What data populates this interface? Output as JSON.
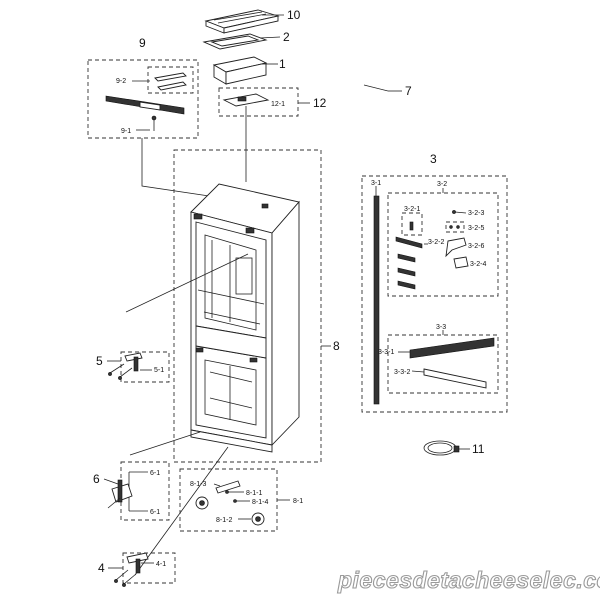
{
  "labels": {
    "l1": "1",
    "l2": "2",
    "l3": "3",
    "l4": "4",
    "l5": "5",
    "l6": "6",
    "l7": "7",
    "l8": "8",
    "l9": "9",
    "l10": "10",
    "l11": "11",
    "l12": "12",
    "l12_1": "12-1",
    "l9_1": "9-1",
    "l9_2": "9-2",
    "l3_1": "3-1",
    "l3_2": "3-2",
    "l3_2_1": "3-2-1",
    "l3_2_2": "3-2-2",
    "l3_2_3": "3-2-3",
    "l3_2_4": "3-2-4",
    "l3_2_5": "3-2-5",
    "l3_2_6": "3-2-6",
    "l3_3": "3-3",
    "l3_3_1": "3-3-1",
    "l3_3_2": "3-3-2",
    "l4_1": "4-1",
    "l5_1": "5-1",
    "l6_1a": "6-1",
    "l6_1b": "6-1",
    "l8_1": "8-1",
    "l8_1_1": "8-1-1",
    "l8_1_2": "8-1-2",
    "l8_1_3": "8-1-3",
    "l8_1_4": "8-1-4"
  },
  "watermark": "piecesdetacheeselec.com"
}
